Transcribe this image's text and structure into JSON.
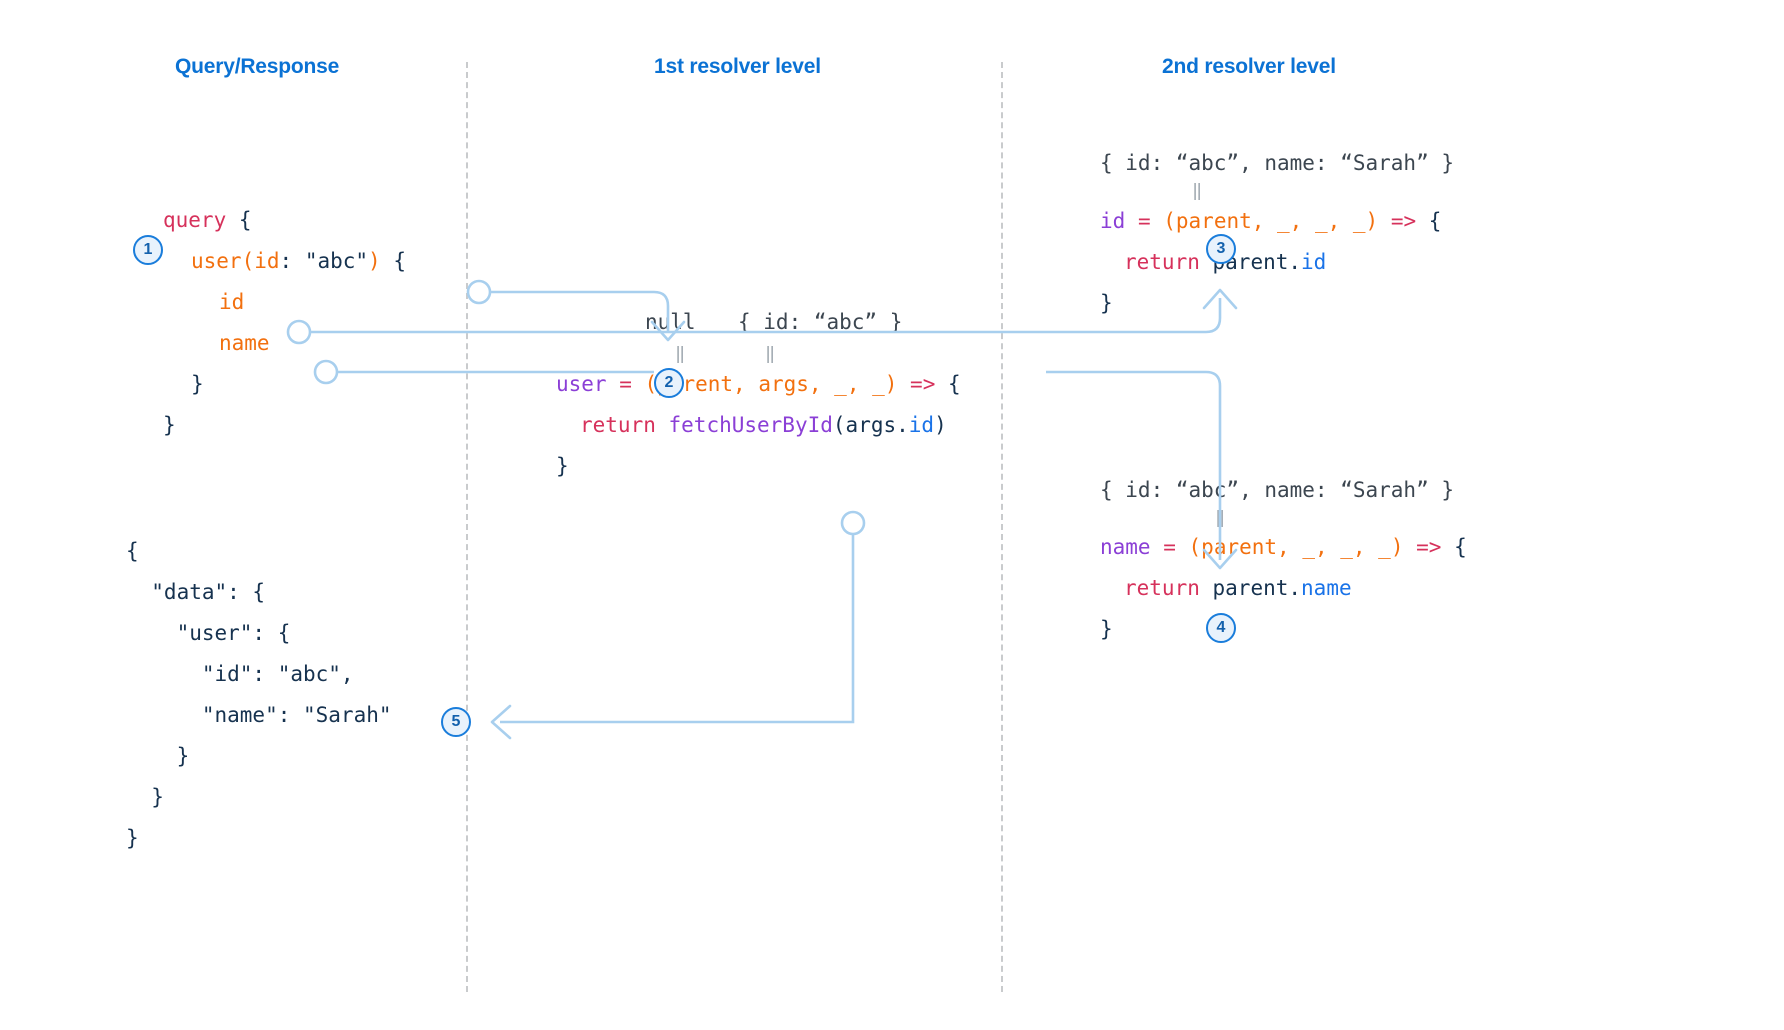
{
  "columns": [
    {
      "title": "Query/Response"
    },
    {
      "title": "1st resolver level"
    },
    {
      "title": "2nd resolver level"
    }
  ],
  "accent_colors": {
    "header_blue": "#0b72d4",
    "wire_blue": "#a8cfee",
    "badge_border": "#1a7ddb",
    "badge_fill": "#e8f2fc",
    "badge_text": "#1361ad",
    "keyword_crimson": "#d6315b",
    "field_orange": "#f2700f",
    "function_purple": "#8b3fd6",
    "property_blue": "#1a73e8",
    "code_navy": "#16324f",
    "separator_grey": "#c9cbcd"
  },
  "badges": [
    {
      "id": "step-1",
      "label": "1"
    },
    {
      "id": "step-2",
      "label": "2"
    },
    {
      "id": "step-3",
      "label": "3"
    },
    {
      "id": "step-4",
      "label": "4"
    },
    {
      "id": "step-5",
      "label": "5"
    }
  ],
  "query_block": {
    "line1_kw": "query",
    "line1_brace": " {",
    "line2_field": "user",
    "line2_paren_open": "(",
    "line2_arg_name": "id",
    "line2_colon": ": ",
    "line2_arg_value": "\"abc\"",
    "line2_paren_close": ")",
    "line2_brace": " {",
    "line3_field": "id",
    "line4_field": "name",
    "line5_brace": "}",
    "line6_brace": "}"
  },
  "resolver1": {
    "value_null": "null",
    "value_args": "{ id: “abc” }",
    "eq_mark": "‖",
    "name": "user",
    "equals": " = ",
    "paren_open": "(",
    "params": "parent, args, _, _",
    "paren_close": ")",
    "arrow": " => ",
    "open_brace": "{",
    "return_kw": "return",
    "call_fn": "fetchUserById",
    "call_open": "(",
    "call_obj": "args",
    "call_dot": ".",
    "call_prop": "id",
    "call_close": ")",
    "close_brace": "}"
  },
  "resolver_id": {
    "parent_value": "{ id: “abc”, name: “Sarah” }",
    "eq_mark": "‖",
    "name": "id",
    "equals": " = ",
    "paren_open": "(",
    "param_parent": "parent",
    "params_rest": ", _, _, _",
    "paren_close": ")",
    "arrow": " => ",
    "open_brace": "{",
    "return_kw": "return",
    "ret_obj": "parent",
    "ret_dot": ".",
    "ret_prop": "id",
    "close_brace": "}"
  },
  "resolver_name": {
    "parent_value": "{ id: “abc”, name: “Sarah” }",
    "eq_mark": "‖",
    "name": "name",
    "equals": " = ",
    "paren_open": "(",
    "param_parent": "parent",
    "params_rest": ", _, _, _",
    "paren_close": ")",
    "arrow": " => ",
    "open_brace": "{",
    "return_kw": "return",
    "ret_obj": "parent",
    "ret_dot": ".",
    "ret_prop": "name",
    "close_brace": "}"
  },
  "response_block": {
    "l1": "{",
    "l2": "  \"data\": {",
    "l3": "    \"user\": {",
    "l4": "      \"id\": \"abc\",",
    "l5": "      \"name\": \"Sarah\"",
    "l6": "    }",
    "l7": "  }",
    "l8": "}"
  }
}
